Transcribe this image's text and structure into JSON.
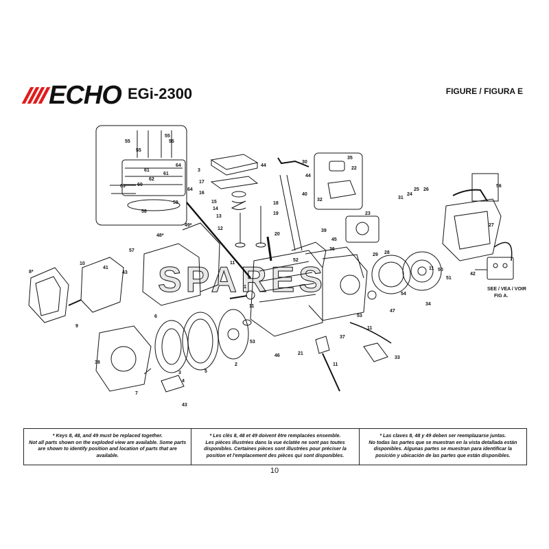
{
  "header": {
    "brand": "ECHO",
    "model": "EGi-2300",
    "figure_label": "FIGURE / FIGURA E"
  },
  "diagram": {
    "watermark": "SPARES",
    "callouts": [
      "55",
      "55",
      "55",
      "55",
      "64",
      "64",
      "61",
      "61",
      "62",
      "63",
      "60",
      "59",
      "58",
      "3",
      "17",
      "16",
      "15",
      "14",
      "13",
      "12",
      "18",
      "19",
      "20",
      "44",
      "30",
      "44",
      "40",
      "39",
      "35",
      "22",
      "32",
      "23",
      "36",
      "45",
      "29",
      "28",
      "52",
      "31",
      "24",
      "25",
      "26",
      "56",
      "27",
      "49*",
      "48*",
      "57",
      "43",
      "11",
      "10",
      "41",
      "8*",
      "9",
      "1",
      "11",
      "46",
      "53",
      "47",
      "54",
      "34",
      "11",
      "50",
      "51",
      "42",
      "53",
      "11",
      "37",
      "21",
      "11",
      "33",
      "6",
      "5",
      "2",
      "38",
      "3",
      "4",
      "7",
      "43",
      "SEE / VEA / VOIR",
      "FIG A."
    ]
  },
  "notes": {
    "en": [
      "* Keys 8, 48, and 49 must be replaced together.",
      "Not all parts shown on the exploded view are available. Some parts are shown to identify position and location of parts that are available."
    ],
    "fr": [
      "* Les clés 8, 48 et 49 doivent être remplacées ensemble.",
      "Les pièces illustrées dans la vue éclatée ne sont pas toutes disponibles. Certaines pièces sont illustrées pour préciser la position et l'emplacement des pièces qui sont disponibles."
    ],
    "es": [
      "* Las claves 8, 48 y 49 deben ser reemplazarse juntas.",
      "No todas las partes que se muestran en la vista detallada están disponibles. Algunas partes se muestran para identificar la posición y ubicación de las partes que están disponibles."
    ]
  },
  "page_number": "10"
}
